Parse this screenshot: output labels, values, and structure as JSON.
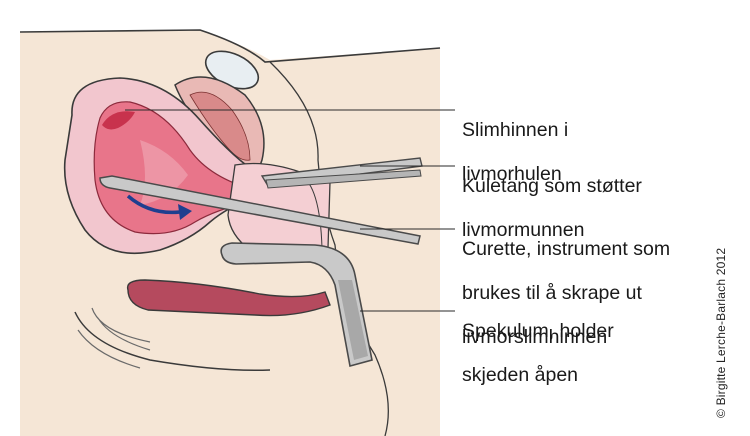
{
  "labels": {
    "endometrium": [
      "Slimhinnen i",
      "livmorhulen"
    ],
    "tenaculum": [
      "Kuletang som støtter",
      "livmormunnen"
    ],
    "curette": [
      "Curette, instrument som",
      "brukes til å skrape ut",
      "livmorslimhinnen"
    ],
    "speculum": [
      "Spekulum, holder",
      "skjeden åpen"
    ]
  },
  "copyright": "© Birgitte Lerche-Barlach 2012",
  "colors": {
    "skin": "#f5e6d6",
    "body_line": "#3a3a3a",
    "uterus_wall": "#f2c6ce",
    "endometrium": "#e8758a",
    "endometrium_dark": "#c8324d",
    "instrument": "#c9c9c9",
    "instrument_dark": "#8a8a8a",
    "arrow": "#1f3f8f",
    "rectum": "#b54a5e"
  }
}
